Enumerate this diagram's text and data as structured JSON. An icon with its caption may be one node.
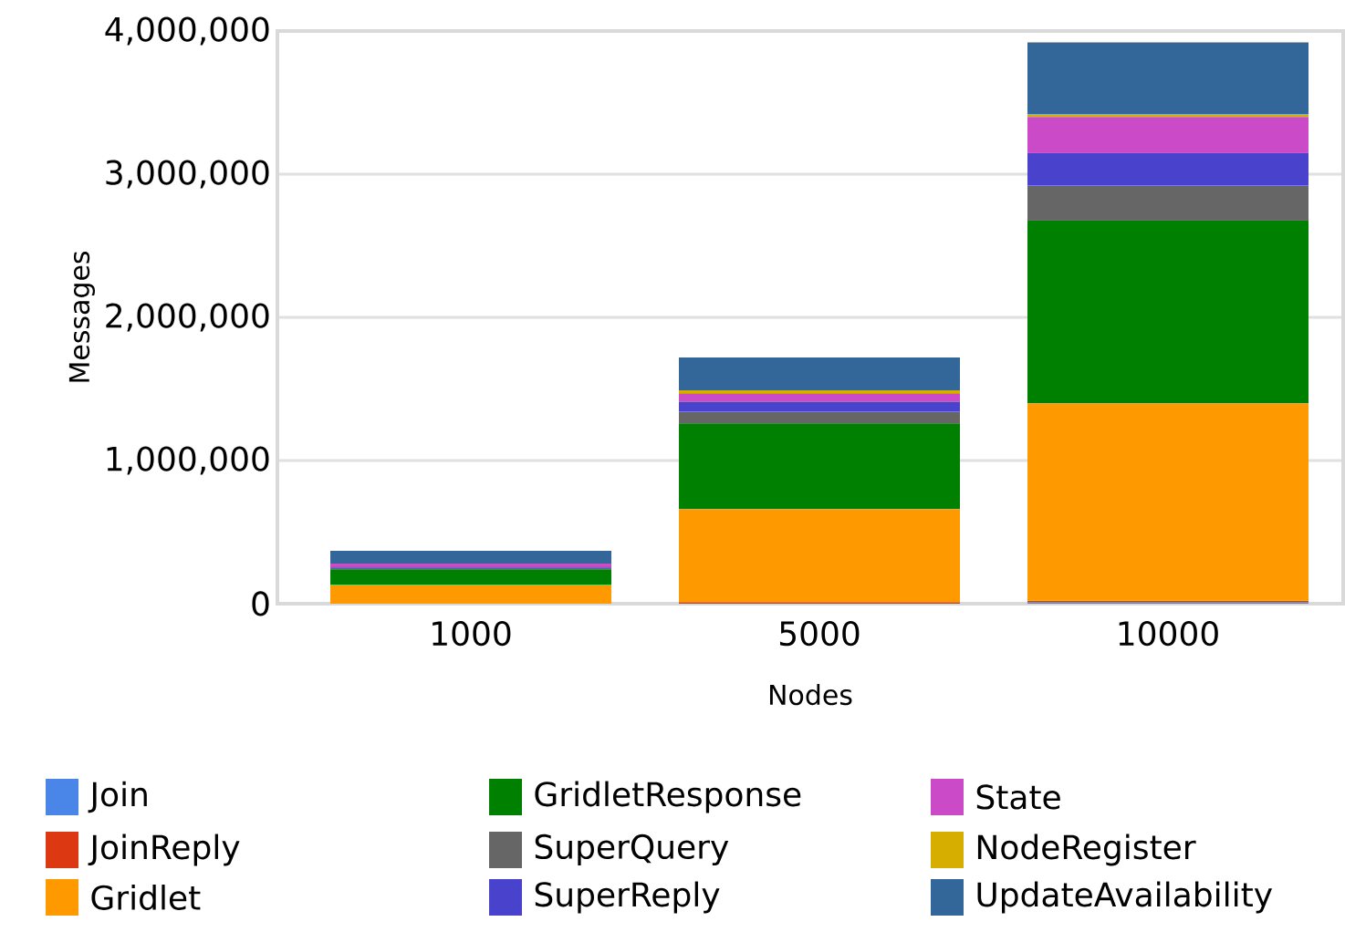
{
  "diagram": {
    "chart_data": {
      "type": "bar",
      "stacked": true,
      "orientation": "vertical",
      "grid": "y",
      "legend": "bottom",
      "xlabel": "Nodes",
      "ylabel": "Messages",
      "categories": [
        "1000",
        "5000",
        "10000"
      ],
      "ylim": [
        0,
        4000000
      ],
      "yticks": [
        {
          "value": 0,
          "label": "0"
        },
        {
          "value": 1000000,
          "label": "1,000,000"
        },
        {
          "value": 2000000,
          "label": "2,000,000"
        },
        {
          "value": 3000000,
          "label": "3,000,000"
        },
        {
          "value": 4000000,
          "label": "4,000,000"
        }
      ],
      "series": [
        {
          "name": "Join",
          "color": "#4a86e8",
          "values": [
            0,
            0,
            10000
          ]
        },
        {
          "name": "JoinReply",
          "color": "#dc3912",
          "values": [
            0,
            10000,
            10000
          ]
        },
        {
          "name": "Gridlet",
          "color": "#ff9900",
          "values": [
            130000,
            650000,
            1380000
          ]
        },
        {
          "name": "GridletResponse",
          "color": "#008000",
          "values": [
            110000,
            600000,
            1280000
          ]
        },
        {
          "name": "SuperQuery",
          "color": "#666666",
          "values": [
            10000,
            80000,
            240000
          ]
        },
        {
          "name": "SuperReply",
          "color": "#4942cc",
          "values": [
            10000,
            70000,
            230000
          ]
        },
        {
          "name": "State",
          "color": "#cb4ac7",
          "values": [
            20000,
            60000,
            250000
          ]
        },
        {
          "name": "NodeRegister",
          "color": "#d6ae00",
          "values": [
            0,
            20000,
            20000
          ]
        },
        {
          "name": "UpdateAvailability",
          "color": "#336699",
          "values": [
            90000,
            230000,
            500000
          ]
        }
      ]
    }
  }
}
